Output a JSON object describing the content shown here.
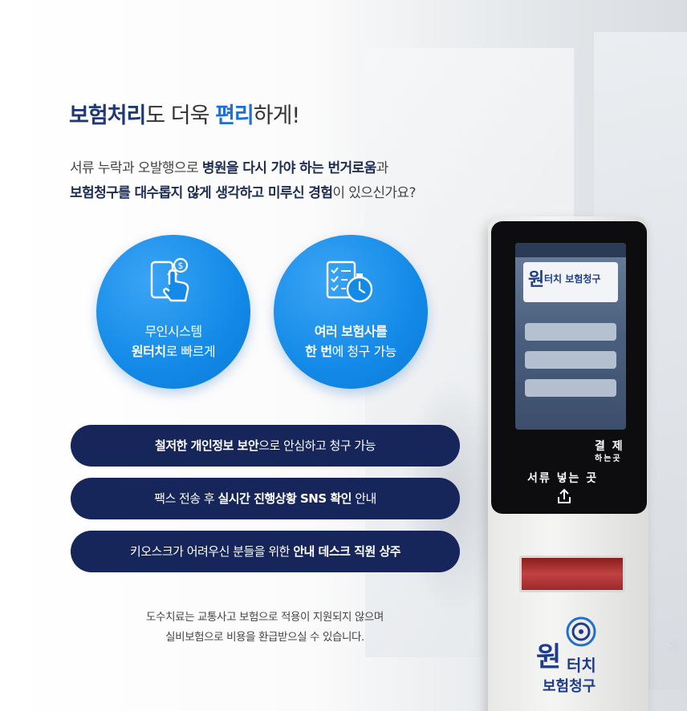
{
  "headline": {
    "part1": "보험처리",
    "part2": "도 더욱 ",
    "part3": "편리",
    "part4": "하게!"
  },
  "subtitle": {
    "line1_a": "서류 누락과 오발행으로 ",
    "line1_b": "병원을 다시 가야 하는 번거로움",
    "line1_c": "과",
    "line2_a": "보험청구를 대수롭지 않게 생각하고 미루신 경험",
    "line2_b": "이 있으신가요?"
  },
  "features": [
    {
      "line1": "무인시스템",
      "line2_bold": "원터치",
      "line2_rest": "로 빠르게",
      "icon": "touch-payment-icon"
    },
    {
      "line1": "여러 보험사를",
      "line2_bold": "한 번",
      "line2_rest": "에 청구 가능",
      "icon": "checklist-stopwatch-icon"
    }
  ],
  "pills": [
    {
      "a": "",
      "b": "철저한 개인정보 보안",
      "c": "으로 안심하고 청구 가능"
    },
    {
      "a": "팩스 전송 후 ",
      "b": "실시간 진행상황 SNS 확인",
      "c": " 안내"
    },
    {
      "a": "키오스크가 어려우신 분들을 위한 ",
      "b": "안내 데스크 직원 상주",
      "c": ""
    }
  ],
  "note": {
    "line1": "도수치료는 교통사고 보험으로 적용이 지원되지 않으며",
    "line2": "실비보험으로 비용을 환급받으실 수 있습니다."
  },
  "kiosk": {
    "screen_title_w": "원",
    "screen_title": "터치 보험청구",
    "label_pay1": "결 제",
    "label_pay2": "하는곳",
    "label_doc": "서류 넣는 곳",
    "logo_w": "원",
    "logo_tc": "터치",
    "logo_bh": "보험청구"
  },
  "colors": {
    "navy": "#17265a",
    "blue": "#138ae7",
    "accent": "#1f6fd6"
  }
}
